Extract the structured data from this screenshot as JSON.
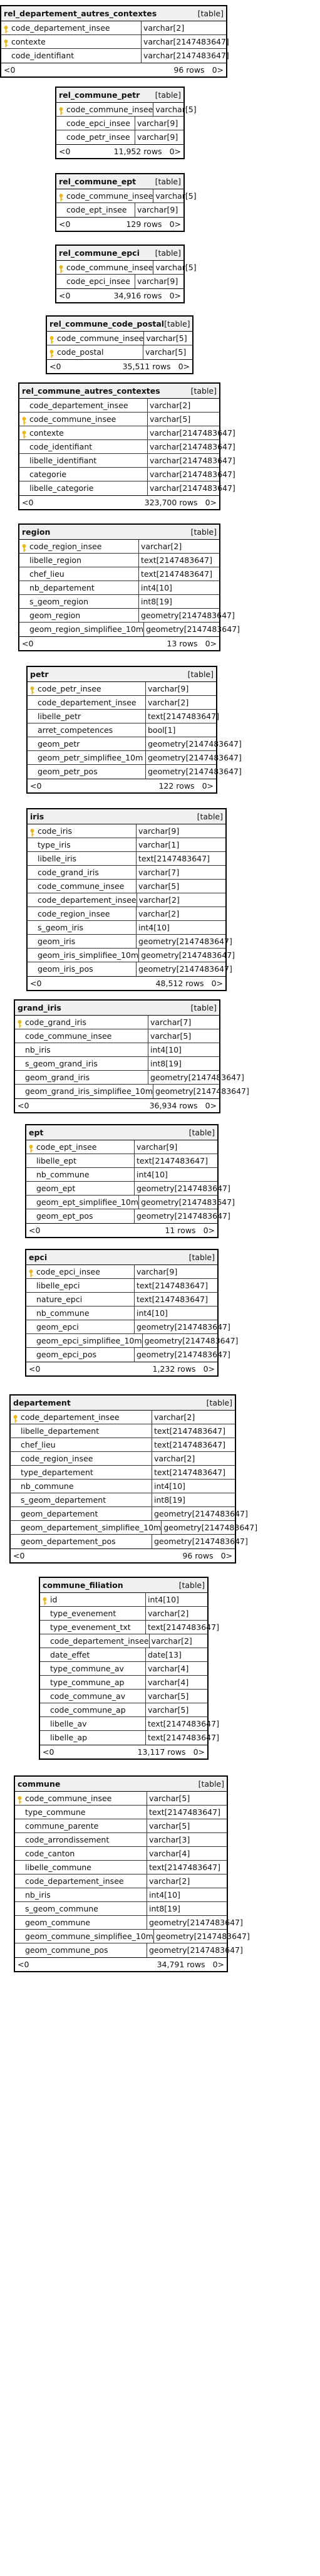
{
  "tables": [
    {
      "name": "rel_departement_autres_contextes",
      "tag": "[table]",
      "rows": "96 rows",
      "lt": "<0",
      "gt": "0>",
      "columns": [
        {
          "name": "code_departement_insee",
          "type": "varchar[2]",
          "pk": true
        },
        {
          "name": "contexte",
          "type": "varchar[2147483647]",
          "pk": true
        },
        {
          "name": "code_identifiant",
          "type": "varchar[2147483647]",
          "pk": false
        }
      ]
    },
    {
      "name": "rel_commune_petr",
      "tag": "[table]",
      "rows": "11,952 rows",
      "lt": "<0",
      "gt": "0>",
      "columns": [
        {
          "name": "code_commune_insee",
          "type": "varchar[5]",
          "pk": true
        },
        {
          "name": "code_epci_insee",
          "type": "varchar[9]",
          "pk": false
        },
        {
          "name": "code_petr_insee",
          "type": "varchar[9]",
          "pk": false
        }
      ]
    },
    {
      "name": "rel_commune_ept",
      "tag": "[table]",
      "rows": "129 rows",
      "lt": "<0",
      "gt": "0>",
      "columns": [
        {
          "name": "code_commune_insee",
          "type": "varchar[5]",
          "pk": true
        },
        {
          "name": "code_ept_insee",
          "type": "varchar[9]",
          "pk": false
        }
      ]
    },
    {
      "name": "rel_commune_epci",
      "tag": "[table]",
      "rows": "34,916 rows",
      "lt": "<0",
      "gt": "0>",
      "columns": [
        {
          "name": "code_commune_insee",
          "type": "varchar[5]",
          "pk": true
        },
        {
          "name": "code_epci_insee",
          "type": "varchar[9]",
          "pk": false
        }
      ]
    },
    {
      "name": "rel_commune_code_postal",
      "tag": "[table]",
      "rows": "35,511 rows",
      "lt": "<0",
      "gt": "0>",
      "columns": [
        {
          "name": "code_commune_insee",
          "type": "varchar[5]",
          "pk": true
        },
        {
          "name": "code_postal",
          "type": "varchar[5]",
          "pk": true
        }
      ]
    },
    {
      "name": "rel_commune_autres_contextes",
      "tag": "[table]",
      "rows": "323,700 rows",
      "lt": "<0",
      "gt": "0>",
      "columns": [
        {
          "name": "code_departement_insee",
          "type": "varchar[2]",
          "pk": false
        },
        {
          "name": "code_commune_insee",
          "type": "varchar[5]",
          "pk": true
        },
        {
          "name": "contexte",
          "type": "varchar[2147483647]",
          "pk": true
        },
        {
          "name": "code_identifiant",
          "type": "varchar[2147483647]",
          "pk": false
        },
        {
          "name": "libelle_identifiant",
          "type": "varchar[2147483647]",
          "pk": false
        },
        {
          "name": "categorie",
          "type": "varchar[2147483647]",
          "pk": false
        },
        {
          "name": "libelle_categorie",
          "type": "varchar[2147483647]",
          "pk": false
        }
      ]
    },
    {
      "name": "region",
      "tag": "[table]",
      "rows": "13 rows",
      "lt": "<0",
      "gt": "0>",
      "columns": [
        {
          "name": "code_region_insee",
          "type": "varchar[2]",
          "pk": true
        },
        {
          "name": "libelle_region",
          "type": "text[2147483647]",
          "pk": false
        },
        {
          "name": "chef_lieu",
          "type": "text[2147483647]",
          "pk": false
        },
        {
          "name": "nb_departement",
          "type": "int4[10]",
          "pk": false
        },
        {
          "name": "s_geom_region",
          "type": "int8[19]",
          "pk": false
        },
        {
          "name": "geom_region",
          "type": "geometry[2147483647]",
          "pk": false
        },
        {
          "name": "geom_region_simplifiee_10m",
          "type": "geometry[2147483647]",
          "pk": false
        }
      ]
    },
    {
      "name": "petr",
      "tag": "[table]",
      "rows": "122 rows",
      "lt": "<0",
      "gt": "0>",
      "columns": [
        {
          "name": "code_petr_insee",
          "type": "varchar[9]",
          "pk": true
        },
        {
          "name": "code_departement_insee",
          "type": "varchar[2]",
          "pk": false
        },
        {
          "name": "libelle_petr",
          "type": "text[2147483647]",
          "pk": false
        },
        {
          "name": "arret_competences",
          "type": "bool[1]",
          "pk": false
        },
        {
          "name": "geom_petr",
          "type": "geometry[2147483647]",
          "pk": false
        },
        {
          "name": "geom_petr_simplifiee_10m",
          "type": "geometry[2147483647]",
          "pk": false
        },
        {
          "name": "geom_petr_pos",
          "type": "geometry[2147483647]",
          "pk": false
        }
      ]
    },
    {
      "name": "iris",
      "tag": "[table]",
      "rows": "48,512 rows",
      "lt": "<0",
      "gt": "0>",
      "columns": [
        {
          "name": "code_iris",
          "type": "varchar[9]",
          "pk": true
        },
        {
          "name": "type_iris",
          "type": "varchar[1]",
          "pk": false
        },
        {
          "name": "libelle_iris",
          "type": "text[2147483647]",
          "pk": false
        },
        {
          "name": "code_grand_iris",
          "type": "varchar[7]",
          "pk": false
        },
        {
          "name": "code_commune_insee",
          "type": "varchar[5]",
          "pk": false
        },
        {
          "name": "code_departement_insee",
          "type": "varchar[2]",
          "pk": false
        },
        {
          "name": "code_region_insee",
          "type": "varchar[2]",
          "pk": false
        },
        {
          "name": "s_geom_iris",
          "type": "int4[10]",
          "pk": false
        },
        {
          "name": "geom_iris",
          "type": "geometry[2147483647]",
          "pk": false
        },
        {
          "name": "geom_iris_simplifiee_10m",
          "type": "geometry[2147483647]",
          "pk": false
        },
        {
          "name": "geom_iris_pos",
          "type": "geometry[2147483647]",
          "pk": false
        }
      ]
    },
    {
      "name": "grand_iris",
      "tag": "[table]",
      "rows": "36,934 rows",
      "lt": "<0",
      "gt": "0>",
      "columns": [
        {
          "name": "code_grand_iris",
          "type": "varchar[7]",
          "pk": true
        },
        {
          "name": "code_commune_insee",
          "type": "varchar[5]",
          "pk": false
        },
        {
          "name": "nb_iris",
          "type": "int4[10]",
          "pk": false
        },
        {
          "name": "s_geom_grand_iris",
          "type": "int8[19]",
          "pk": false
        },
        {
          "name": "geom_grand_iris",
          "type": "geometry[2147483647]",
          "pk": false
        },
        {
          "name": "geom_grand_iris_simplifiee_10m",
          "type": "geometry[2147483647]",
          "pk": false
        }
      ]
    },
    {
      "name": "ept",
      "tag": "[table]",
      "rows": "11 rows",
      "lt": "<0",
      "gt": "0>",
      "columns": [
        {
          "name": "code_ept_insee",
          "type": "varchar[9]",
          "pk": true
        },
        {
          "name": "libelle_ept",
          "type": "text[2147483647]",
          "pk": false
        },
        {
          "name": "nb_commune",
          "type": "int4[10]",
          "pk": false
        },
        {
          "name": "geom_ept",
          "type": "geometry[2147483647]",
          "pk": false
        },
        {
          "name": "geom_ept_simplifiee_10m",
          "type": "geometry[2147483647]",
          "pk": false
        },
        {
          "name": "geom_ept_pos",
          "type": "geometry[2147483647]",
          "pk": false
        }
      ]
    },
    {
      "name": "epci",
      "tag": "[table]",
      "rows": "1,232 rows",
      "lt": "<0",
      "gt": "0>",
      "columns": [
        {
          "name": "code_epci_insee",
          "type": "varchar[9]",
          "pk": true
        },
        {
          "name": "libelle_epci",
          "type": "text[2147483647]",
          "pk": false
        },
        {
          "name": "nature_epci",
          "type": "text[2147483647]",
          "pk": false
        },
        {
          "name": "nb_commune",
          "type": "int4[10]",
          "pk": false
        },
        {
          "name": "geom_epci",
          "type": "geometry[2147483647]",
          "pk": false
        },
        {
          "name": "geom_epci_simplifiee_10m",
          "type": "geometry[2147483647]",
          "pk": false
        },
        {
          "name": "geom_epci_pos",
          "type": "geometry[2147483647]",
          "pk": false
        }
      ]
    },
    {
      "name": "departement",
      "tag": "[table]",
      "rows": "96 rows",
      "lt": "<0",
      "gt": "0>",
      "columns": [
        {
          "name": "code_departement_insee",
          "type": "varchar[2]",
          "pk": true
        },
        {
          "name": "libelle_departement",
          "type": "text[2147483647]",
          "pk": false
        },
        {
          "name": "chef_lieu",
          "type": "text[2147483647]",
          "pk": false
        },
        {
          "name": "code_region_insee",
          "type": "varchar[2]",
          "pk": false
        },
        {
          "name": "type_departement",
          "type": "text[2147483647]",
          "pk": false
        },
        {
          "name": "nb_commune",
          "type": "int4[10]",
          "pk": false
        },
        {
          "name": "s_geom_departement",
          "type": "int8[19]",
          "pk": false
        },
        {
          "name": "geom_departement",
          "type": "geometry[2147483647]",
          "pk": false
        },
        {
          "name": "geom_departement_simplifiee_10m",
          "type": "geometry[2147483647]",
          "pk": false
        },
        {
          "name": "geom_departement_pos",
          "type": "geometry[2147483647]",
          "pk": false
        }
      ]
    },
    {
      "name": "commune_filiation",
      "tag": "[table]",
      "rows": "13,117 rows",
      "lt": "<0",
      "gt": "0>",
      "columns": [
        {
          "name": "id",
          "type": "int4[10]",
          "pk": true
        },
        {
          "name": "type_evenement",
          "type": "varchar[2]",
          "pk": false
        },
        {
          "name": "type_evenement_txt",
          "type": "text[2147483647]",
          "pk": false
        },
        {
          "name": "code_departement_insee",
          "type": "varchar[2]",
          "pk": false
        },
        {
          "name": "date_effet",
          "type": "date[13]",
          "pk": false
        },
        {
          "name": "type_commune_av",
          "type": "varchar[4]",
          "pk": false
        },
        {
          "name": "type_commune_ap",
          "type": "varchar[4]",
          "pk": false
        },
        {
          "name": "code_commune_av",
          "type": "varchar[5]",
          "pk": false
        },
        {
          "name": "code_commune_ap",
          "type": "varchar[5]",
          "pk": false
        },
        {
          "name": "libelle_av",
          "type": "text[2147483647]",
          "pk": false
        },
        {
          "name": "libelle_ap",
          "type": "text[2147483647]",
          "pk": false
        }
      ]
    },
    {
      "name": "commune",
      "tag": "[table]",
      "rows": "34,791 rows",
      "lt": "<0",
      "gt": "0>",
      "columns": [
        {
          "name": "code_commune_insee",
          "type": "varchar[5]",
          "pk": true
        },
        {
          "name": "type_commune",
          "type": "text[2147483647]",
          "pk": false
        },
        {
          "name": "commune_parente",
          "type": "varchar[5]",
          "pk": false
        },
        {
          "name": "code_arrondissement",
          "type": "varchar[3]",
          "pk": false
        },
        {
          "name": "code_canton",
          "type": "varchar[4]",
          "pk": false
        },
        {
          "name": "libelle_commune",
          "type": "text[2147483647]",
          "pk": false
        },
        {
          "name": "code_departement_insee",
          "type": "varchar[2]",
          "pk": false
        },
        {
          "name": "nb_iris",
          "type": "int4[10]",
          "pk": false
        },
        {
          "name": "s_geom_commune",
          "type": "int8[19]",
          "pk": false
        },
        {
          "name": "geom_commune",
          "type": "geometry[2147483647]",
          "pk": false
        },
        {
          "name": "geom_commune_simplifiee_10m",
          "type": "geometry[2147483647]",
          "pk": false
        },
        {
          "name": "geom_commune_pos",
          "type": "geometry[2147483647]",
          "pk": false
        }
      ]
    }
  ],
  "colors": {
    "border": "#000000",
    "header_bg": "#f0f0f0",
    "key_icon": "#e8b81c"
  },
  "icons": {
    "primary_key": "key-icon"
  }
}
